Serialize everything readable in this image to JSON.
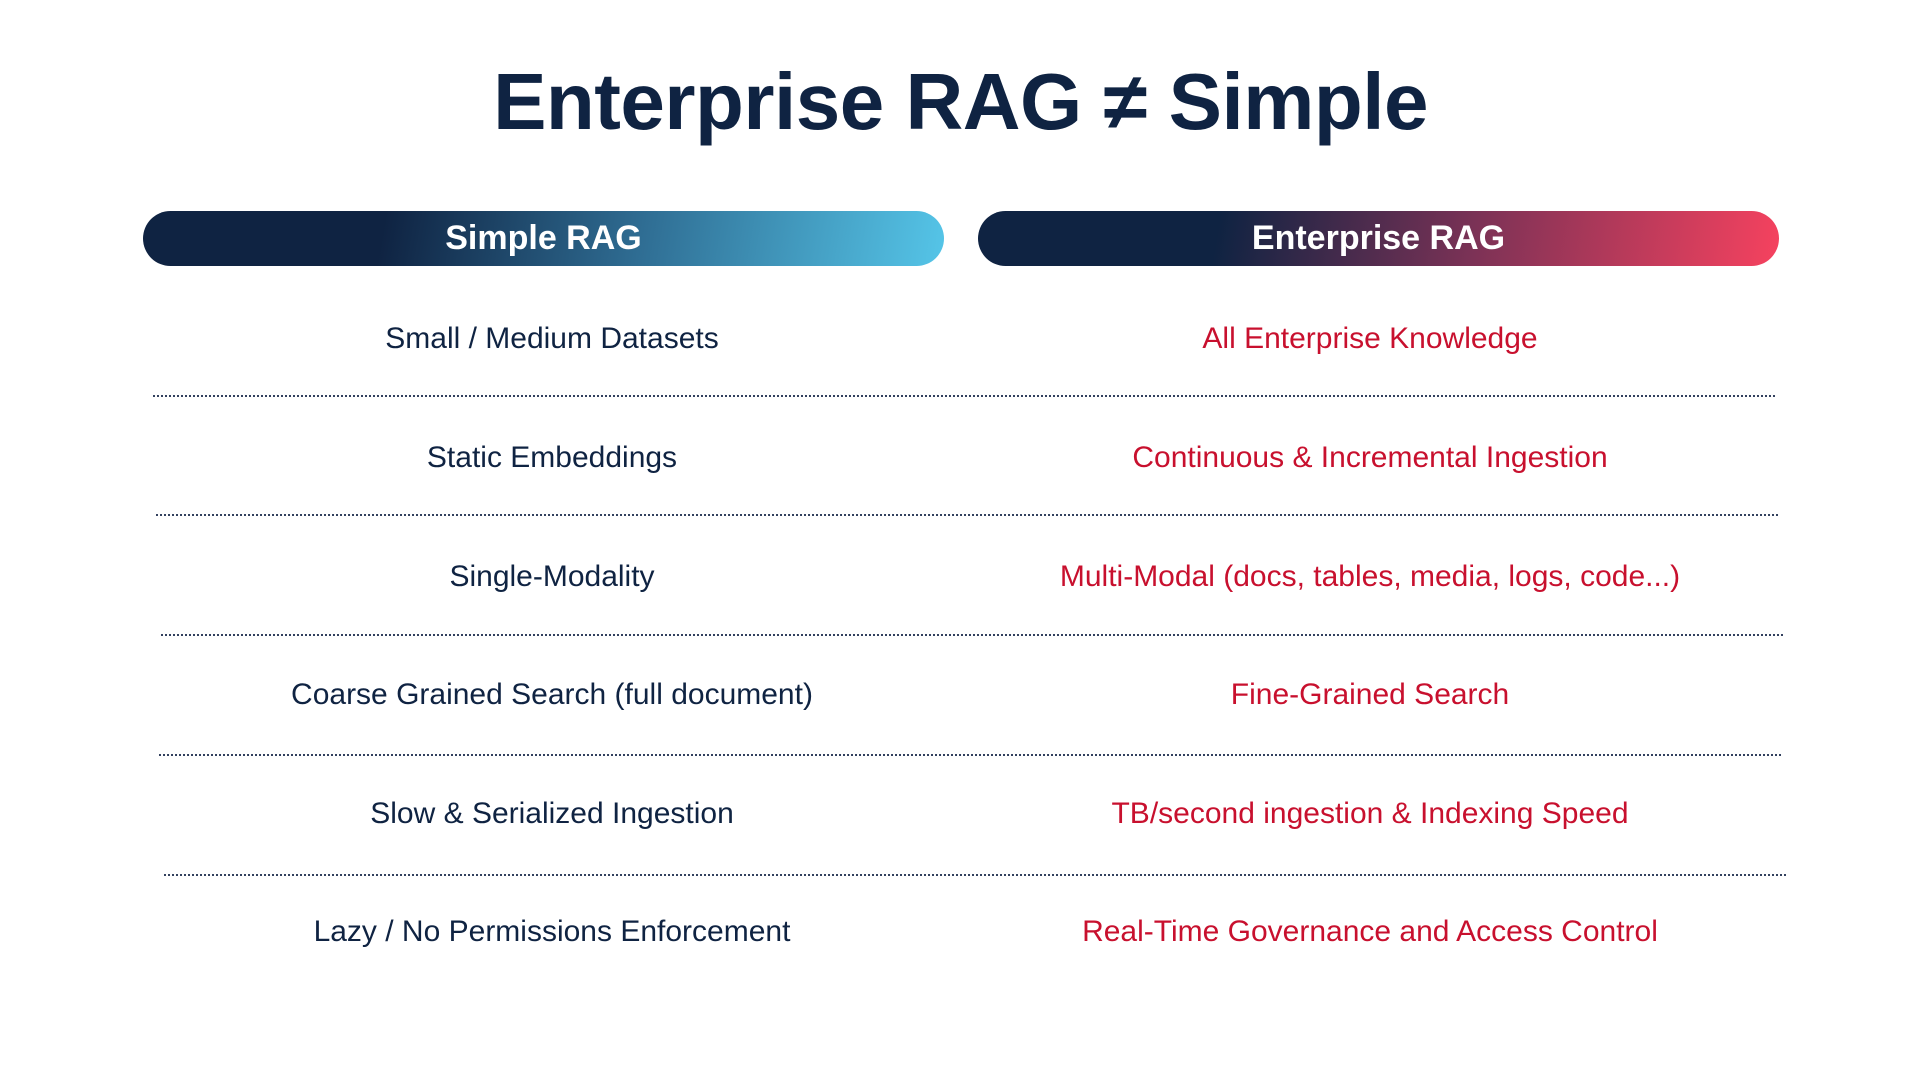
{
  "title": "Enterprise RAG ≠ Simple",
  "columns": {
    "left_header": "Simple RAG",
    "right_header": "Enterprise RAG"
  },
  "rows": [
    {
      "simple": "Small / Medium Datasets",
      "enterprise": "All Enterprise Knowledge"
    },
    {
      "simple": "Static Embeddings",
      "enterprise": "Continuous & Incremental Ingestion"
    },
    {
      "simple": "Single-Modality",
      "enterprise": "Multi-Modal (docs, tables, media, logs, code...)"
    },
    {
      "simple": "Coarse Grained Search (full document)",
      "enterprise": "Fine-Grained Search"
    },
    {
      "simple": "Slow & Serialized Ingestion",
      "enterprise": "TB/second ingestion & Indexing Speed"
    },
    {
      "simple": "Lazy / No Permissions Enforcement",
      "enterprise": "Real-Time Governance and Access Control"
    }
  ],
  "colors": {
    "title": "#0f2342",
    "simple_text": "#0f2342",
    "enterprise_text": "#c8102e",
    "simple_gradient_end": "#55c5e8",
    "enterprise_gradient_end": "#f6425f"
  }
}
